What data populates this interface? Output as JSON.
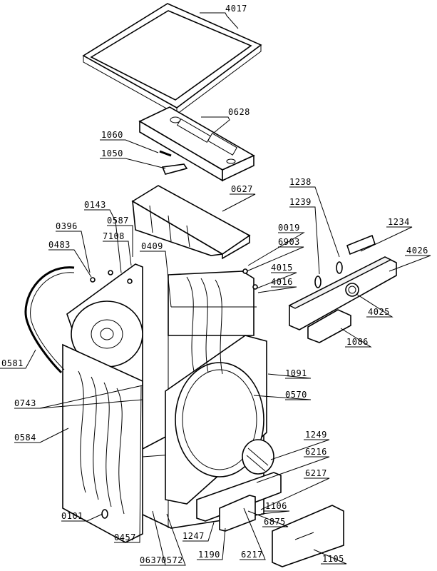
{
  "labels": {
    "p4017": "4017",
    "p0628": "0628",
    "p1060": "1060",
    "p1050": "1050",
    "p0627": "0627",
    "p1238": "1238",
    "p1239": "1239",
    "p1234": "1234",
    "p0143": "0143",
    "p0396": "0396",
    "p0587": "0587",
    "p7108": "7108",
    "p0483": "0483",
    "p0019": "0019",
    "p6903": "6903",
    "p0409": "0409",
    "p4026": "4026",
    "p4015": "4015",
    "p4016": "4016",
    "p4025": "4025",
    "p1086": "1086",
    "p0581": "0581",
    "p1091": "1091",
    "p0743": "0743",
    "p0570": "0570",
    "p0584": "0584",
    "p1249": "1249",
    "p6216": "6216",
    "p6217a": "6217",
    "p1106": "1106",
    "p0101": "0101",
    "p6875": "6875",
    "p0457": "0457",
    "p1247": "1247",
    "p0637": "0637",
    "p0572": "0572",
    "p1190": "1190",
    "p6217b": "6217",
    "p1105": "1105"
  }
}
